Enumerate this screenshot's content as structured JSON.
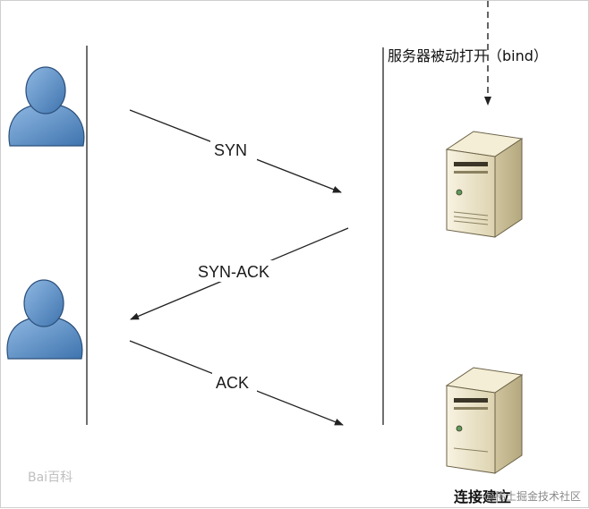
{
  "server_label": "服务器被动打开（bind）",
  "messages": {
    "syn": "SYN",
    "syn_ack": "SYN-ACK",
    "ack": "ACK"
  },
  "established_label": "连接建立",
  "watermarks": {
    "baidu": "Bai百科",
    "juejin": "@稀土掘金技术社区"
  },
  "colors": {
    "user_body": "#5b8fc8",
    "user_outline": "#2b4f7a",
    "server_body": "#efe8cf",
    "server_outline": "#6b6248",
    "line": "#333333"
  }
}
